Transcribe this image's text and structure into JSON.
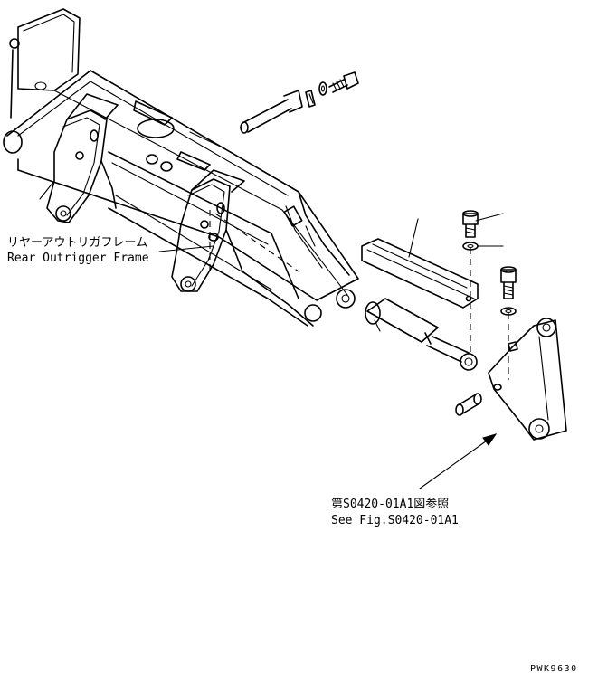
{
  "labels": {
    "frame_jp": "リヤーアウトリガフレーム",
    "frame_en": "Rear Outrigger Frame",
    "ref_jp": "第S0420-01A1図参照",
    "ref_en": "See Fig.S0420-01A1",
    "drawing_code": "PWK9630"
  }
}
